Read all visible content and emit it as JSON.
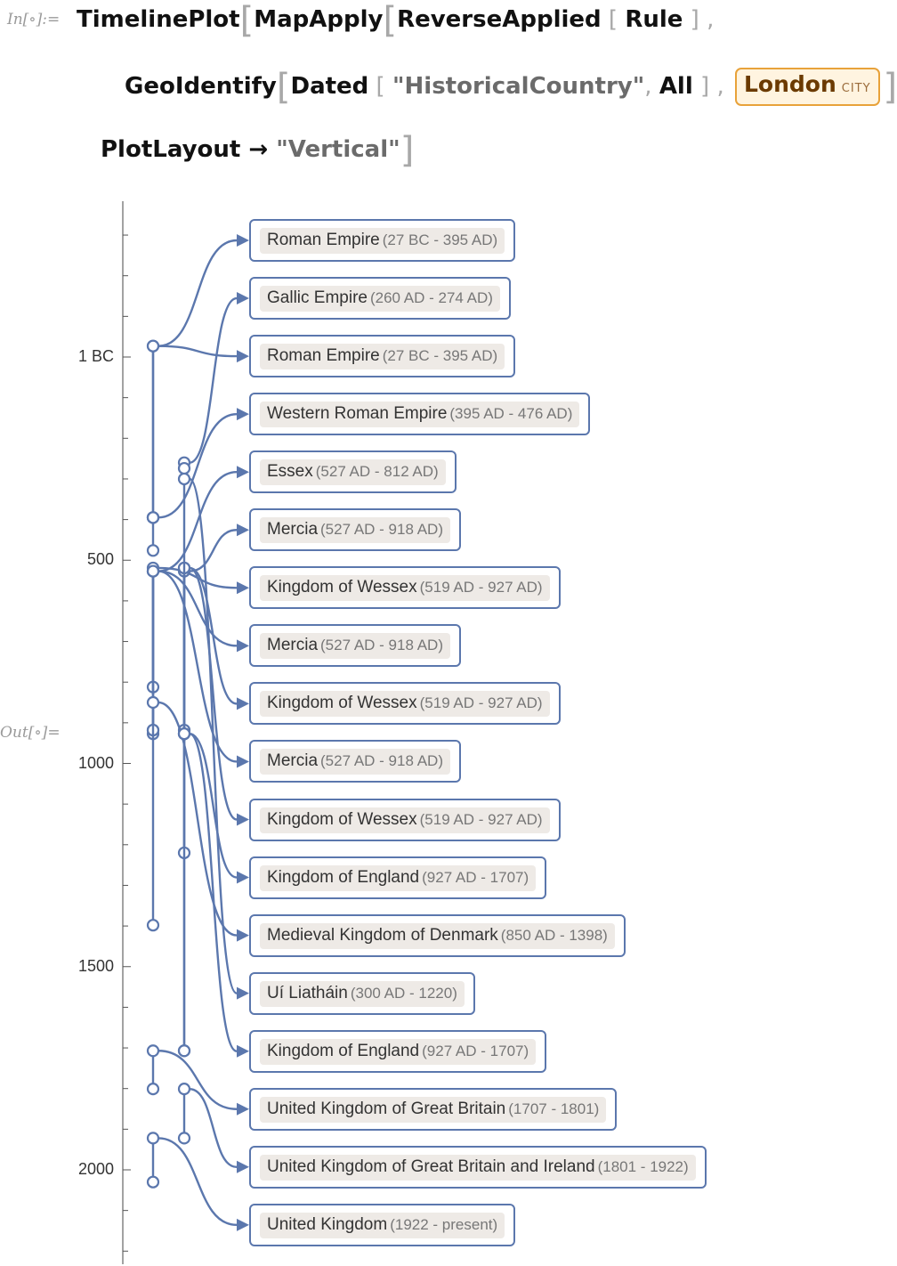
{
  "notebook": {
    "in_label": "In[∘]:=",
    "out_label": "Out[∘]=",
    "input_lines": [
      {
        "name": "input-line-1",
        "tokens": [
          {
            "t": "TimelinePlot",
            "c": "plain"
          },
          {
            "t": "[",
            "c": "bigbr"
          },
          {
            "t": "MapApply",
            "c": "plain"
          },
          {
            "t": "[",
            "c": "bigbr"
          },
          {
            "t": "ReverseApplied",
            "c": "plain"
          },
          {
            "t": " [ ",
            "c": "br"
          },
          {
            "t": "Rule",
            "c": "plain"
          },
          {
            "t": " ] ,",
            "c": "br"
          }
        ]
      },
      {
        "name": "input-line-2",
        "tokens": [
          {
            "t": "GeoIdentify",
            "c": "plain"
          },
          {
            "t": "[",
            "c": "bigbr"
          },
          {
            "t": "Dated",
            "c": "plain"
          },
          {
            "t": " [ ",
            "c": "br"
          },
          {
            "t": "\"HistoricalCountry\"",
            "c": "str"
          },
          {
            "t": ", ",
            "c": "br"
          },
          {
            "t": "All",
            "c": "plain"
          },
          {
            "t": " ] , ",
            "c": "br"
          },
          {
            "t": "__entity__",
            "c": "entity"
          },
          {
            "t": "]]",
            "c": "bigbr"
          },
          {
            "t": ",",
            "c": "br"
          }
        ]
      },
      {
        "name": "input-line-3",
        "tokens": [
          {
            "t": "PlotLayout",
            "c": "plain"
          },
          {
            "t": " → ",
            "c": "plain"
          },
          {
            "t": "\"Vertical\"",
            "c": "str"
          },
          {
            "t": "]",
            "c": "bigbr"
          }
        ]
      }
    ],
    "entity": {
      "name": "London",
      "kind": "CITY"
    }
  },
  "chart_data": {
    "type": "timeline",
    "layout": "vertical",
    "axis_ticks": [
      "1 BC",
      "500",
      "1000",
      "1500",
      "2000"
    ],
    "axis_tick_values": [
      0,
      500,
      1000,
      1500,
      2000
    ],
    "y_range": [
      -380,
      2240
    ],
    "line_color": "#5b77ad",
    "events": [
      {
        "name": "Roman Empire",
        "range": "(27 BC - 395 AD)",
        "start": -27,
        "end": 395
      },
      {
        "name": "Gallic Empire",
        "range": "(260 AD - 274 AD)",
        "start": 260,
        "end": 274
      },
      {
        "name": "Roman Empire",
        "range": "(27 BC - 395 AD)",
        "start": -27,
        "end": 395
      },
      {
        "name": "Western Roman Empire",
        "range": "(395 AD - 476 AD)",
        "start": 395,
        "end": 476
      },
      {
        "name": "Essex",
        "range": "(527 AD - 812 AD)",
        "start": 527,
        "end": 812
      },
      {
        "name": "Mercia",
        "range": "(527 AD - 918 AD)",
        "start": 527,
        "end": 918
      },
      {
        "name": "Kingdom of Wessex",
        "range": "(519 AD - 927 AD)",
        "start": 519,
        "end": 927
      },
      {
        "name": "Mercia",
        "range": "(527 AD - 918 AD)",
        "start": 527,
        "end": 918
      },
      {
        "name": "Kingdom of Wessex",
        "range": "(519 AD - 927 AD)",
        "start": 519,
        "end": 927
      },
      {
        "name": "Mercia",
        "range": "(527 AD - 918 AD)",
        "start": 527,
        "end": 918
      },
      {
        "name": "Kingdom of Wessex",
        "range": "(519 AD - 927 AD)",
        "start": 519,
        "end": 927
      },
      {
        "name": "Kingdom of England",
        "range": "(927 AD - 1707)",
        "start": 927,
        "end": 1707
      },
      {
        "name": "Medieval Kingdom of Denmark",
        "range": "(850 AD - 1398)",
        "start": 850,
        "end": 1398
      },
      {
        "name": "Uí Liatháin",
        "range": "(300 AD - 1220)",
        "start": 300,
        "end": 1220
      },
      {
        "name": "Kingdom of England",
        "range": "(927 AD - 1707)",
        "start": 927,
        "end": 1707
      },
      {
        "name": "United Kingdom of Great Britain",
        "range": "(1707 - 1801)",
        "start": 1707,
        "end": 1801
      },
      {
        "name": "United Kingdom of Great Britain and Ireland",
        "range": "(1801 - 1922)",
        "start": 1801,
        "end": 1922
      },
      {
        "name": "United Kingdom",
        "range": "(1922 - present)",
        "start": 1922,
        "end": "present"
      }
    ]
  }
}
